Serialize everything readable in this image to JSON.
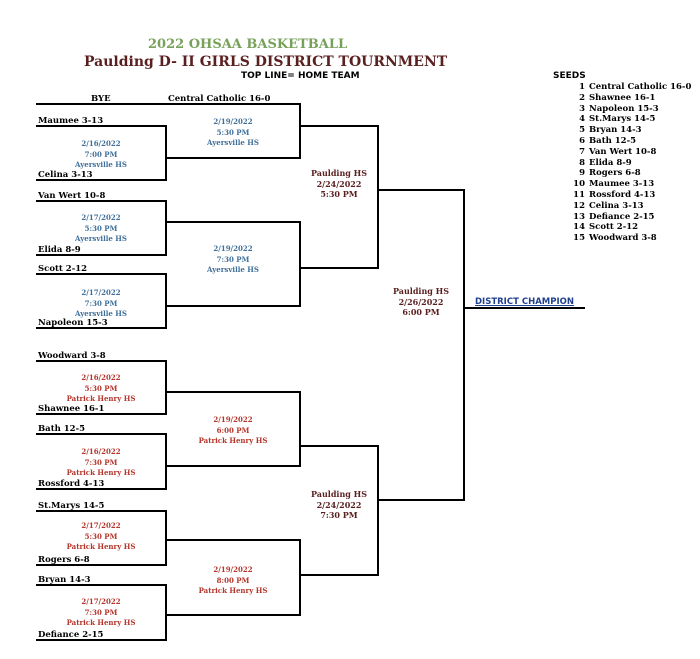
{
  "title": {
    "line1": "2022 OHSAA BASKETBALL",
    "line2": "Paulding D- II GIRLS  DISTRICT TOURNMENT",
    "note": "TOP LINE= HOME TEAM"
  },
  "first_round": {
    "bye_label": "BYE",
    "m1": {
      "home": "Maumee 3-13",
      "away": "Celina 3-13",
      "date": "2/16/2022",
      "time": "7:00 PM",
      "site": "Ayersville HS"
    },
    "m2": {
      "home": "Van Wert 10-8",
      "away": "Elida 8-9",
      "date": "2/17/2022",
      "time": "5:30 PM",
      "site": "Ayersville HS"
    },
    "m3": {
      "home": "Scott 2-12",
      "away": "Napoleon 15-3",
      "date": "2/17/2022",
      "time": "7:30 PM",
      "site": "Ayersville HS"
    },
    "m4": {
      "home": "Woodward 3-8",
      "away": "Shawnee 16-1",
      "date": "2/16/2022",
      "time": "5:30 PM",
      "site": "Patrick Henry HS"
    },
    "m5": {
      "home": "Bath 12-5",
      "away": "Rossford 4-13",
      "date": "2/16/2022",
      "time": "7:30 PM",
      "site": "Patrick Henry HS"
    },
    "m6": {
      "home": "St.Marys 14-5",
      "away": "Rogers 6-8",
      "date": "2/17/2022",
      "time": "5:30 PM",
      "site": "Patrick Henry HS"
    },
    "m7": {
      "home": "Bryan 14-3",
      "away": "Defiance 2-15",
      "date": "2/17/2022",
      "time": "7:30 PM",
      "site": "Patrick Henry HS"
    }
  },
  "second_round": {
    "bye_team": "Central Catholic 16-0",
    "g1": {
      "date": "2/19/2022",
      "time": "5:30 PM",
      "site": "Ayersville HS"
    },
    "g2": {
      "date": "2/19/2022",
      "time": "7:30 PM",
      "site": "Ayersville HS"
    },
    "g3": {
      "date": "2/19/2022",
      "time": "6:00 PM",
      "site": "Patrick Henry HS"
    },
    "g4": {
      "date": "2/19/2022",
      "time": "8:00 PM",
      "site": "Patrick Henry HS"
    }
  },
  "semifinals": {
    "s1": {
      "site": "Paulding HS",
      "date": "2/24/2022",
      "time": "5:30 PM"
    },
    "s2": {
      "site": "Paulding HS",
      "date": "2/24/2022",
      "time": "7:30 PM"
    }
  },
  "final": {
    "site": "Paulding HS",
    "date": "2/26/2022",
    "time": "6:00 PM",
    "champion_label": "DISTRICT CHAMPION"
  },
  "seeds": {
    "title": "SEEDS",
    "list": [
      {
        "num": "1",
        "team": "Central Catholic 16-0"
      },
      {
        "num": "2",
        "team": "Shawnee 16-1"
      },
      {
        "num": "3",
        "team": "Napoleon 15-3"
      },
      {
        "num": "4",
        "team": "St.Marys 14-5"
      },
      {
        "num": "5",
        "team": "Bryan 14-3"
      },
      {
        "num": "6",
        "team": "Bath 12-5"
      },
      {
        "num": "7",
        "team": "Van Wert 10-8"
      },
      {
        "num": "8",
        "team": "Elida 8-9"
      },
      {
        "num": "9",
        "team": "Rogers 6-8"
      },
      {
        "num": "10",
        "team": "Maumee 3-13"
      },
      {
        "num": "11",
        "team": "Rossford 4-13"
      },
      {
        "num": "12",
        "team": "Celina 3-13"
      },
      {
        "num": "13",
        "team": "Defiance 2-15"
      },
      {
        "num": "14",
        "team": "Scott 2-12"
      },
      {
        "num": "15",
        "team": "Woodward 3-8"
      }
    ]
  },
  "colors": {
    "title_green": "#77a15a",
    "title_maroon": "#5a1f1f",
    "ayersville_blue": "#3f6f9a",
    "patrick_henry_red": "#b5352b",
    "champion_blue": "#1f3f8f"
  }
}
